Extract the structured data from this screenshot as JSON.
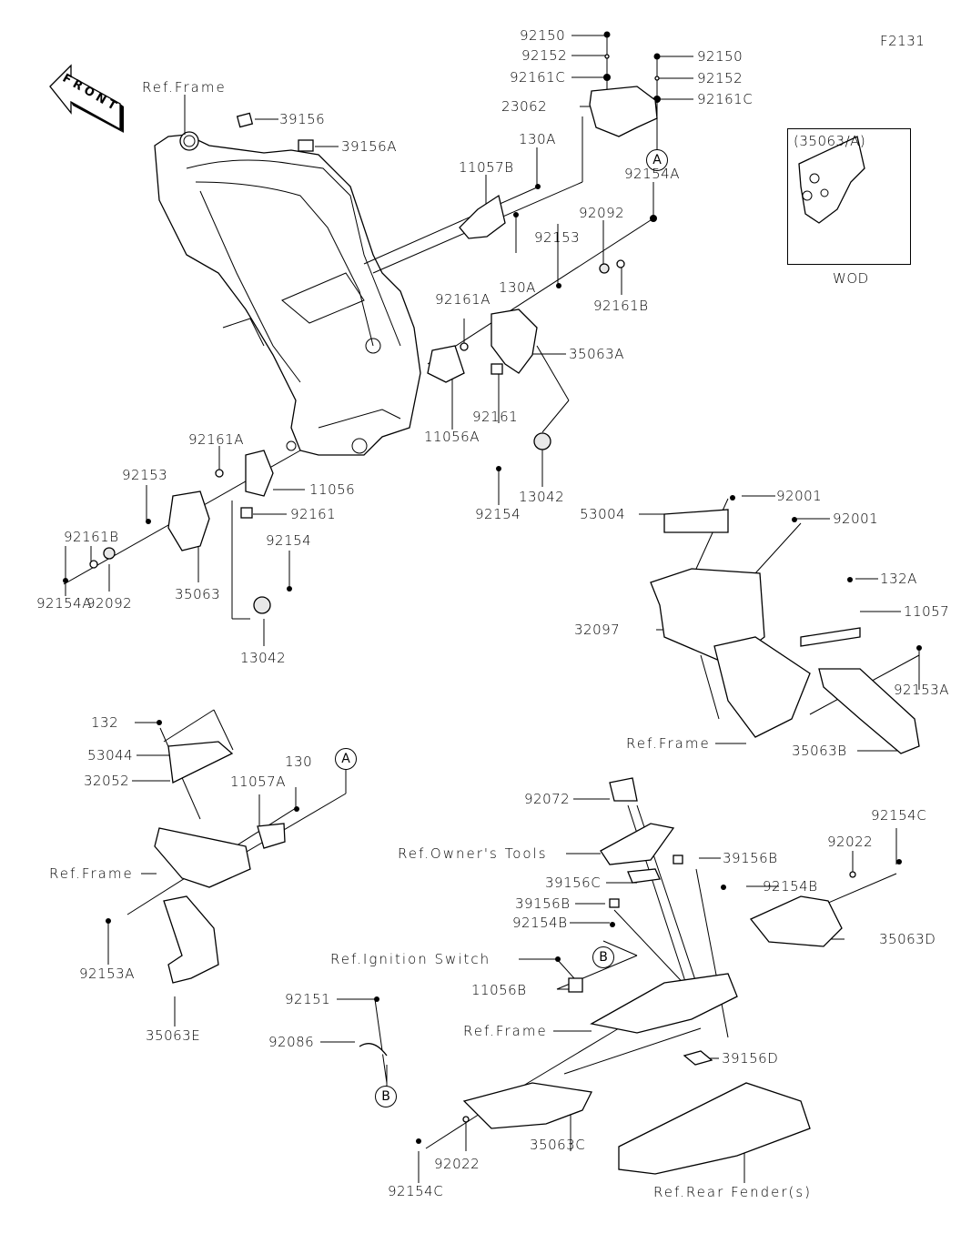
{
  "diagram": {
    "code": "F2131",
    "front_indicator": "FRONT",
    "inset": {
      "title": "(35063/A)",
      "caption": "WOD"
    },
    "callouts": {
      "A": "A",
      "B": "B"
    },
    "labels": {
      "ref_frame_top": "Ref.Frame",
      "p39156": "39156",
      "p39156A": "39156A",
      "p92150_a": "92150",
      "p92152_a": "92152",
      "p92161C_a": "92161C",
      "p23062": "23062",
      "p92150_b": "92150",
      "p92152_b": "92152",
      "p92161C_b": "92161C",
      "p130A_a": "130A",
      "p11057B": "11057B",
      "p92154A_top": "92154A",
      "p92092_top": "92092",
      "p92153_top": "92153",
      "p130A_b": "130A",
      "p92161B_top": "92161B",
      "p92161A_top": "92161A",
      "p35063A": "35063A",
      "p92161_top": "92161",
      "p11056A": "11056A",
      "p13042_top": "13042",
      "p92154_top": "92154",
      "p92161A_left": "92161A",
      "p92153_left": "92153",
      "p11056": "11056",
      "p92161_left": "92161",
      "p92161B_left": "92161B",
      "p92154_left": "92154",
      "p92092_left": "92092",
      "p35063": "35063",
      "p92154A_left": "92154A",
      "p13042_left": "13042",
      "p92001_a": "92001",
      "p53004": "53004",
      "p92001_b": "92001",
      "p132A": "132A",
      "p11057": "11057",
      "p32097": "32097",
      "p92153A_right": "92153A",
      "ref_frame_right": "Ref.Frame",
      "p35063B": "35063B",
      "p132": "132",
      "p53044": "53044",
      "p32052": "32052",
      "p130": "130",
      "p11057A": "11057A",
      "ref_frame_left": "Ref.Frame",
      "p92153A_left": "92153A",
      "p35063E": "35063E",
      "p92072": "92072",
      "ref_owners_tools": "Ref.Owner's Tools",
      "p39156B_a": "39156B",
      "p39156C": "39156C",
      "p39156B_b": "39156B",
      "p92154B_a": "92154B",
      "p92154B_b": "92154B",
      "p92154C_right": "92154C",
      "p92022_right": "92022",
      "p35063D": "35063D",
      "ref_ignition_switch": "Ref.Ignition Switch",
      "p11056B": "11056B",
      "ref_frame_bottom": "Ref.Frame",
      "p92151": "92151",
      "p92086": "92086",
      "p39156D": "39156D",
      "p35063C": "35063C",
      "p92022_bottom": "92022",
      "p92154C_bottom": "92154C",
      "ref_rear_fenders": "Ref.Rear Fender(s)"
    }
  }
}
